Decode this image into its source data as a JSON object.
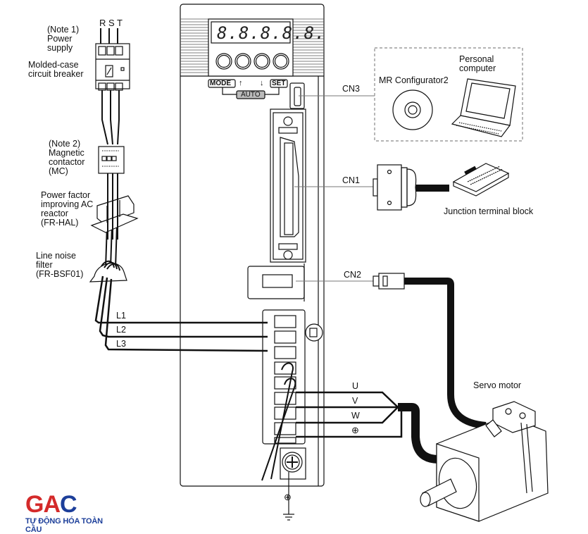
{
  "power_supply": {
    "note": "(Note 1)",
    "label_line1": "Power",
    "label_line2": "supply",
    "phases": [
      "R",
      "S",
      "T"
    ]
  },
  "breaker": {
    "line1": "Molded-case",
    "line2": "circuit breaker"
  },
  "contactor": {
    "note": "(Note 2)",
    "line1": "Magnetic",
    "line2": "contactor",
    "line3": "(MC)"
  },
  "reactor": {
    "line1": "Power factor",
    "line2": "improving AC",
    "line3": "reactor",
    "line4": "(FR-HAL)"
  },
  "noise_filter": {
    "line1": "Line noise",
    "line2": "filter",
    "line3": "(FR-BSF01)"
  },
  "power_lines": [
    "L1",
    "L2",
    "L3"
  ],
  "motor_lines": [
    "U",
    "V",
    "W",
    "⊕"
  ],
  "ground_symbol": "⊕",
  "amplifier": {
    "display": "8.8.8.8.8.",
    "buttons": {
      "mode": "MODE",
      "up": "↑",
      "down": "↓",
      "set": "SET",
      "auto": "AUTO"
    }
  },
  "connectors": {
    "cn3": "CN3",
    "cn1": "CN1",
    "cn2": "CN2"
  },
  "pc_group": {
    "software": "MR Configurator2",
    "pc_line1": "Personal",
    "pc_line2": "computer"
  },
  "junction": {
    "label": "Junction terminal block"
  },
  "motor": {
    "label": "Servo motor"
  },
  "logo": {
    "g": "G",
    "a": "A",
    "c": "C",
    "tagline": "TỰ ĐỘNG HÓA TOÀN CẦU",
    "brand_colors": {
      "red": "#d42a2a",
      "blue": "#1d3f9a"
    }
  }
}
